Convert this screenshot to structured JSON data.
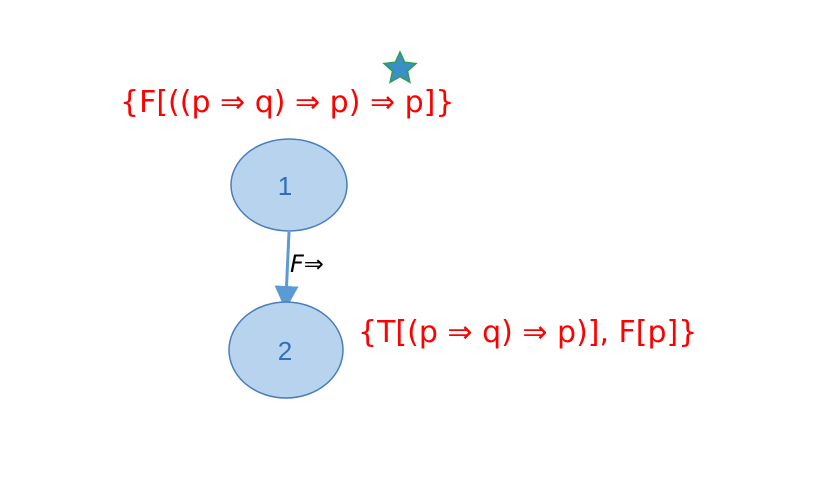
{
  "nodes": [
    {
      "id": "1",
      "label": "1",
      "formula": "{F[((p ⇒ q) ⇒ p) ⇒ p]}"
    },
    {
      "id": "2",
      "label": "2",
      "formula": "{T[(p ⇒ q) ⇒ p)], F[p]}"
    }
  ],
  "edges": [
    {
      "from": "1",
      "to": "2",
      "label": "F⇒"
    }
  ],
  "colors": {
    "node_fill": "#b8d3ee",
    "node_stroke": "#4a7ebb",
    "node_text": "#2e6fbf",
    "edge": "#5b9bd5",
    "formula_text": "#ff0000",
    "star_fill": "#3a8fc4",
    "star_stroke": "#2e9e4f"
  },
  "icons": {
    "marker": "star-icon"
  }
}
